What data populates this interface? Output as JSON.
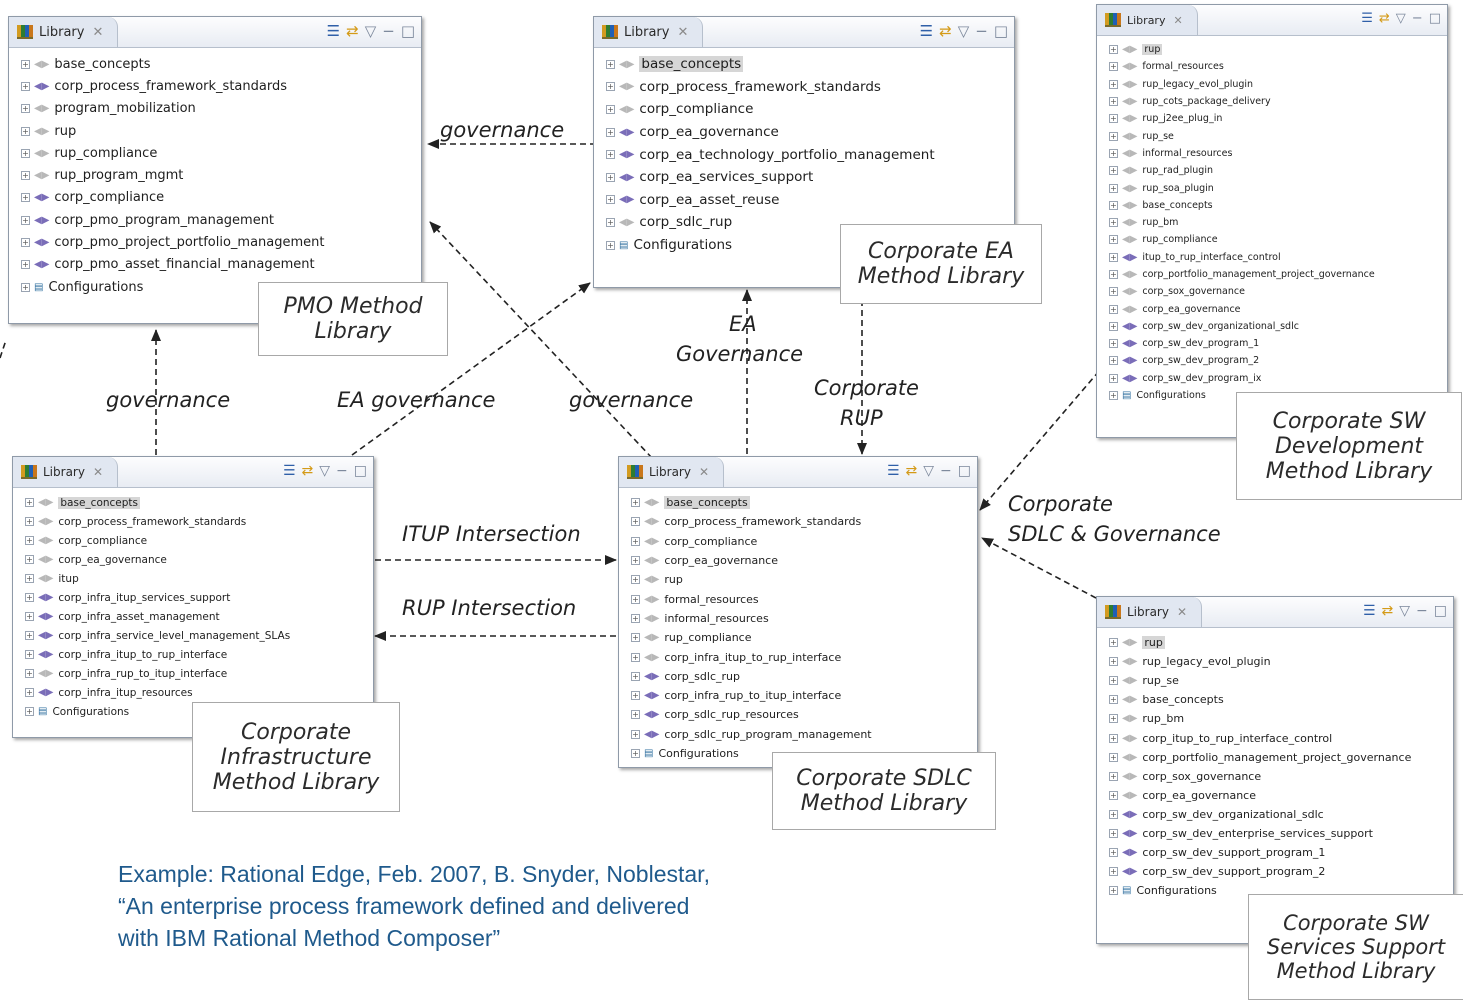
{
  "colors": {
    "accent_text": "#1f5a8c",
    "edge": "#222222",
    "panel_border": "#8f9aa8"
  },
  "panels": [
    {
      "id": "pmo",
      "tab_label": "Library",
      "selected_index": -1,
      "items": [
        {
          "label": "base_concepts",
          "icon": "plugin-grey"
        },
        {
          "label": "corp_process_framework_standards",
          "icon": "plugin-color"
        },
        {
          "label": "program_mobilization",
          "icon": "plugin-grey"
        },
        {
          "label": "rup",
          "icon": "plugin-grey"
        },
        {
          "label": "rup_compliance",
          "icon": "plugin-grey"
        },
        {
          "label": "rup_program_mgmt",
          "icon": "plugin-grey"
        },
        {
          "label": "corp_compliance",
          "icon": "plugin-color"
        },
        {
          "label": "corp_pmo_program_management",
          "icon": "plugin-color"
        },
        {
          "label": "corp_pmo_project_portfolio_management",
          "icon": "plugin-color"
        },
        {
          "label": "corp_pmo_asset_financial_management",
          "icon": "plugin-color"
        },
        {
          "label": "Configurations",
          "icon": "configurations"
        }
      ],
      "caption": [
        "PMO Method",
        "Library"
      ]
    },
    {
      "id": "ea",
      "tab_label": "Library",
      "selected_index": 0,
      "items": [
        {
          "label": "base_concepts",
          "icon": "plugin-grey"
        },
        {
          "label": "corp_process_framework_standards",
          "icon": "plugin-grey"
        },
        {
          "label": "corp_compliance",
          "icon": "plugin-grey"
        },
        {
          "label": "corp_ea_governance",
          "icon": "plugin-color"
        },
        {
          "label": "corp_ea_technology_portfolio_management",
          "icon": "plugin-color"
        },
        {
          "label": "corp_ea_services_support",
          "icon": "plugin-color"
        },
        {
          "label": "corp_ea_asset_reuse",
          "icon": "plugin-color"
        },
        {
          "label": "corp_sdlc_rup",
          "icon": "plugin-grey"
        },
        {
          "label": "Configurations",
          "icon": "configurations"
        }
      ],
      "caption": [
        "Corporate EA",
        "Method Library"
      ]
    },
    {
      "id": "swdev",
      "tab_label": "Library",
      "selected_index": 0,
      "items": [
        {
          "label": "rup",
          "icon": "plugin-grey"
        },
        {
          "label": "formal_resources",
          "icon": "plugin-grey"
        },
        {
          "label": "rup_legacy_evol_plugin",
          "icon": "plugin-grey"
        },
        {
          "label": "rup_cots_package_delivery",
          "icon": "plugin-grey"
        },
        {
          "label": "rup_j2ee_plug_in",
          "icon": "plugin-grey"
        },
        {
          "label": "rup_se",
          "icon": "plugin-grey"
        },
        {
          "label": "informal_resources",
          "icon": "plugin-grey"
        },
        {
          "label": "rup_rad_plugin",
          "icon": "plugin-grey"
        },
        {
          "label": "rup_soa_plugin",
          "icon": "plugin-grey"
        },
        {
          "label": "base_concepts",
          "icon": "plugin-grey"
        },
        {
          "label": "rup_bm",
          "icon": "plugin-grey"
        },
        {
          "label": "rup_compliance",
          "icon": "plugin-grey"
        },
        {
          "label": "itup_to_rup_interface_control",
          "icon": "plugin-color"
        },
        {
          "label": "corp_portfolio_management_project_governance",
          "icon": "plugin-grey"
        },
        {
          "label": "corp_sox_governance",
          "icon": "plugin-grey"
        },
        {
          "label": "corp_ea_governance",
          "icon": "plugin-grey"
        },
        {
          "label": "corp_sw_dev_organizational_sdlc",
          "icon": "plugin-color"
        },
        {
          "label": "corp_sw_dev_program_1",
          "icon": "plugin-color"
        },
        {
          "label": "corp_sw_dev_program_2",
          "icon": "plugin-color"
        },
        {
          "label": "corp_sw_dev_program_ix",
          "icon": "plugin-color"
        },
        {
          "label": "Configurations",
          "icon": "configurations"
        }
      ],
      "caption": [
        "Corporate SW",
        "Development",
        "Method Library"
      ]
    },
    {
      "id": "infra",
      "tab_label": "Library",
      "selected_index": 0,
      "items": [
        {
          "label": "base_concepts",
          "icon": "plugin-grey"
        },
        {
          "label": "corp_process_framework_standards",
          "icon": "plugin-grey"
        },
        {
          "label": "corp_compliance",
          "icon": "plugin-grey"
        },
        {
          "label": "corp_ea_governance",
          "icon": "plugin-grey"
        },
        {
          "label": "itup",
          "icon": "plugin-grey"
        },
        {
          "label": "corp_infra_itup_services_support",
          "icon": "plugin-color"
        },
        {
          "label": "corp_infra_asset_management",
          "icon": "plugin-color"
        },
        {
          "label": "corp_infra_service_level_management_SLAs",
          "icon": "plugin-color"
        },
        {
          "label": "corp_infra_itup_to_rup_interface",
          "icon": "plugin-color"
        },
        {
          "label": "corp_infra_rup_to_itup_interface",
          "icon": "plugin-grey"
        },
        {
          "label": "corp_infra_itup_resources",
          "icon": "plugin-color"
        },
        {
          "label": "Configurations",
          "icon": "configurations"
        }
      ],
      "caption": [
        "Corporate",
        "Infrastructure",
        "Method Library"
      ]
    },
    {
      "id": "sdlc",
      "tab_label": "Library",
      "selected_index": 0,
      "items": [
        {
          "label": "base_concepts",
          "icon": "plugin-grey"
        },
        {
          "label": "corp_process_framework_standards",
          "icon": "plugin-grey"
        },
        {
          "label": "corp_compliance",
          "icon": "plugin-grey"
        },
        {
          "label": "corp_ea_governance",
          "icon": "plugin-grey"
        },
        {
          "label": "rup",
          "icon": "plugin-grey"
        },
        {
          "label": "formal_resources",
          "icon": "plugin-grey"
        },
        {
          "label": "informal_resources",
          "icon": "plugin-grey"
        },
        {
          "label": "rup_compliance",
          "icon": "plugin-grey"
        },
        {
          "label": "corp_infra_itup_to_rup_interface",
          "icon": "plugin-grey"
        },
        {
          "label": "corp_sdlc_rup",
          "icon": "plugin-color"
        },
        {
          "label": "corp_infra_rup_to_itup_interface",
          "icon": "plugin-color"
        },
        {
          "label": "corp_sdlc_rup_resources",
          "icon": "plugin-color"
        },
        {
          "label": "corp_sdlc_rup_program_management",
          "icon": "plugin-color"
        },
        {
          "label": "Configurations",
          "icon": "configurations"
        }
      ],
      "caption": [
        "Corporate SDLC",
        "Method Library"
      ]
    },
    {
      "id": "swsvc",
      "tab_label": "Library",
      "selected_index": 0,
      "items": [
        {
          "label": "rup",
          "icon": "plugin-grey"
        },
        {
          "label": "rup_legacy_evol_plugin",
          "icon": "plugin-grey"
        },
        {
          "label": "rup_se",
          "icon": "plugin-grey"
        },
        {
          "label": "base_concepts",
          "icon": "plugin-grey"
        },
        {
          "label": "rup_bm",
          "icon": "plugin-grey"
        },
        {
          "label": "corp_itup_to_rup_interface_control",
          "icon": "plugin-grey"
        },
        {
          "label": "corp_portfolio_management_project_governance",
          "icon": "plugin-grey"
        },
        {
          "label": "corp_sox_governance",
          "icon": "plugin-grey"
        },
        {
          "label": "corp_ea_governance",
          "icon": "plugin-grey"
        },
        {
          "label": "corp_sw_dev_organizational_sdlc",
          "icon": "plugin-color"
        },
        {
          "label": "corp_sw_dev_enterprise_services_support",
          "icon": "plugin-color"
        },
        {
          "label": "corp_sw_dev_support_program_1",
          "icon": "plugin-color"
        },
        {
          "label": "corp_sw_dev_support_program_2",
          "icon": "plugin-color"
        },
        {
          "label": "Configurations",
          "icon": "configurations"
        }
      ],
      "caption": [
        "Corporate SW",
        "Services Support",
        "Method Library"
      ]
    }
  ],
  "edge_labels": {
    "governance_top": "governance",
    "governance_left": "governance",
    "ea_governance": "EA governance",
    "governance_mid": "governance",
    "ea_gov_line1": "EA",
    "ea_gov_line2": "Governance",
    "corp_rup_line1": "Corporate",
    "corp_rup_line2": "RUP",
    "itup_intersection": "ITUP Intersection",
    "rup_intersection": "RUP Intersection",
    "sdlc_gov_line1": "Corporate",
    "sdlc_gov_line2": "SDLC & Governance"
  },
  "citation": {
    "line1": "Example: Rational Edge, Feb. 2007, B. Snyder, Noblestar,",
    "line2": "“An enterprise process framework defined and delivered",
    "line3": " with IBM Rational Method Composer”"
  }
}
